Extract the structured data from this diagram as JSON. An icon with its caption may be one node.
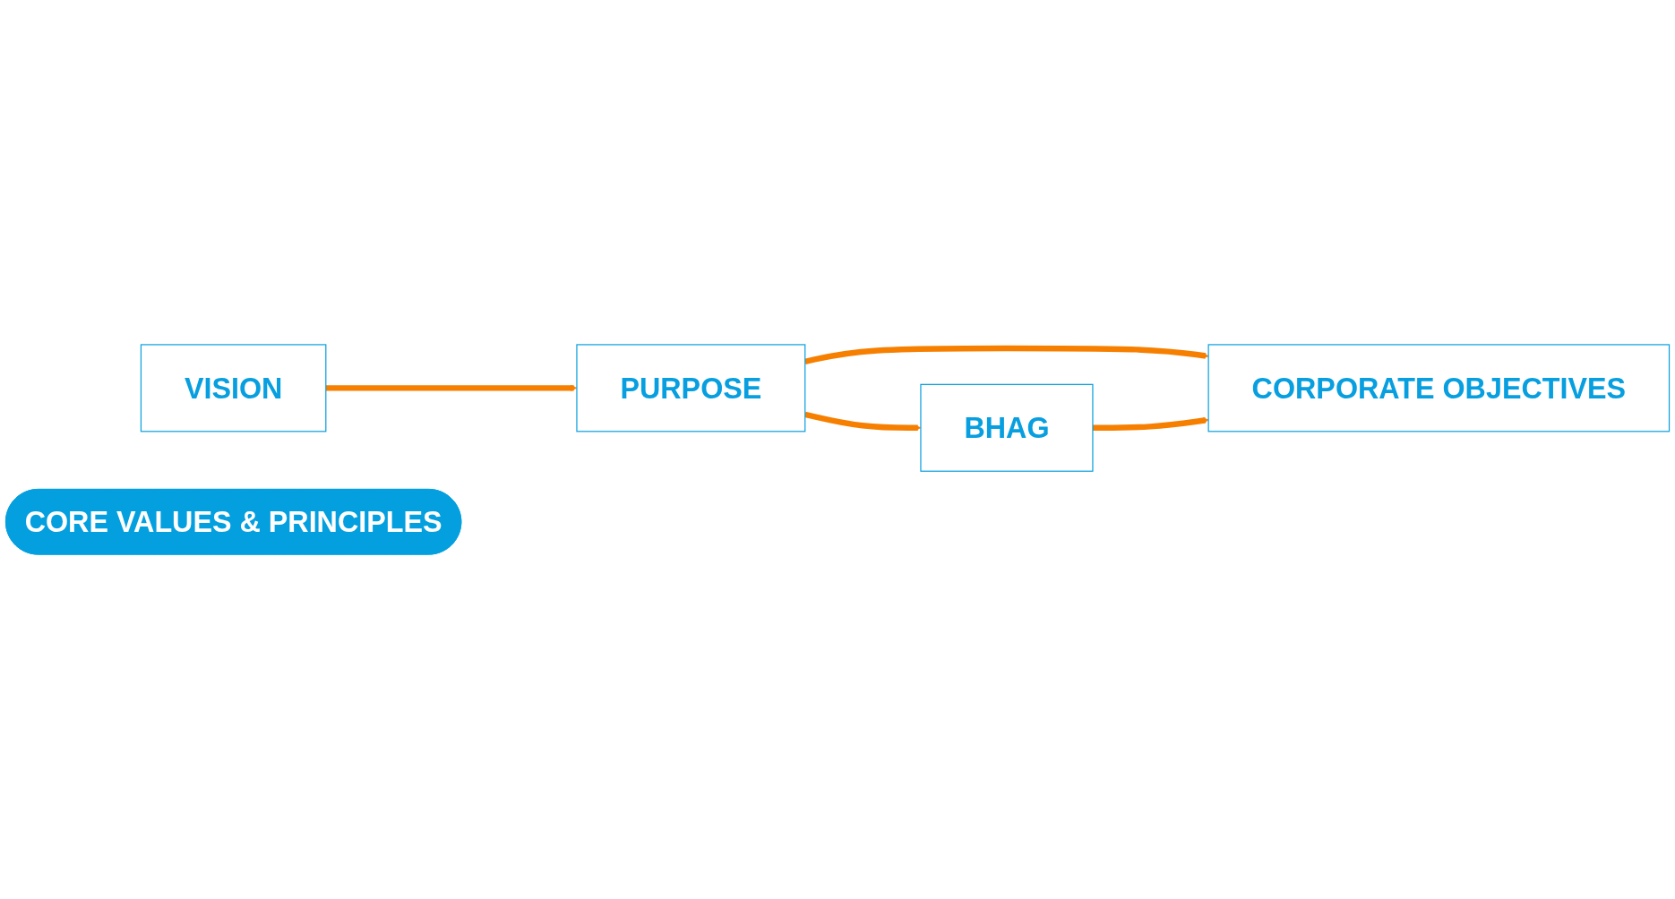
{
  "diagram": {
    "nodes": [
      {
        "text": [
          "VISION"
        ]
      },
      {
        "text": [
          "PURPOSE"
        ]
      },
      {
        "text": [
          "CORE VALUES & PRINCIPLES"
        ]
      },
      {
        "text": [
          "BHAG"
        ]
      },
      {
        "text": [
          "CORPORATE OBJECTIVES"
        ]
      }
    ],
    "edges": [
      {
        "from": 0,
        "to": 1,
        "arrow": "to",
        "color": "#f77f00"
      },
      {
        "from": 1,
        "to": 3,
        "arrow": "to",
        "color": "#f77f00"
      },
      {
        "from": 1,
        "to": 4,
        "arrow": "to",
        "color": "#f77f00"
      },
      {
        "from": 3,
        "to": 4,
        "arrow": "to",
        "color": "#f77f00"
      }
    ]
  }
}
